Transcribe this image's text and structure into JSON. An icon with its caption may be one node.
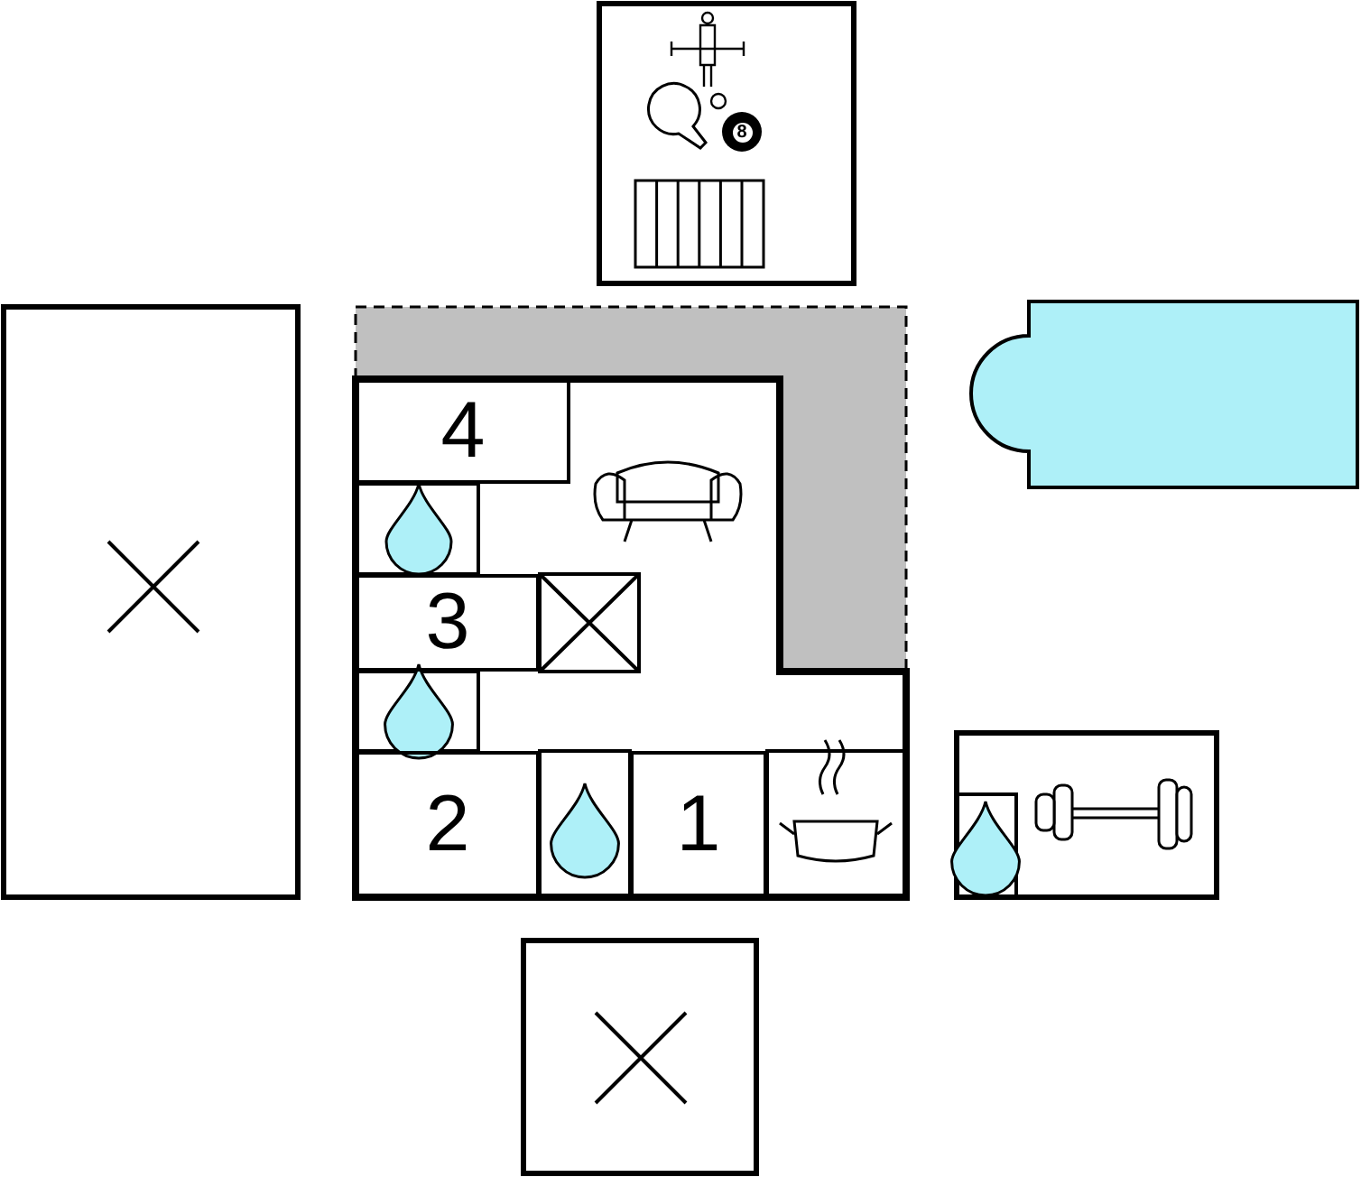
{
  "diagram": {
    "nodes": [
      {
        "text": [
          "4"
        ]
      },
      {
        "text": [
          "3"
        ]
      },
      {
        "text": [
          "2"
        ]
      },
      {
        "text": [
          "1"
        ]
      }
    ],
    "labels": [
      "8"
    ]
  }
}
